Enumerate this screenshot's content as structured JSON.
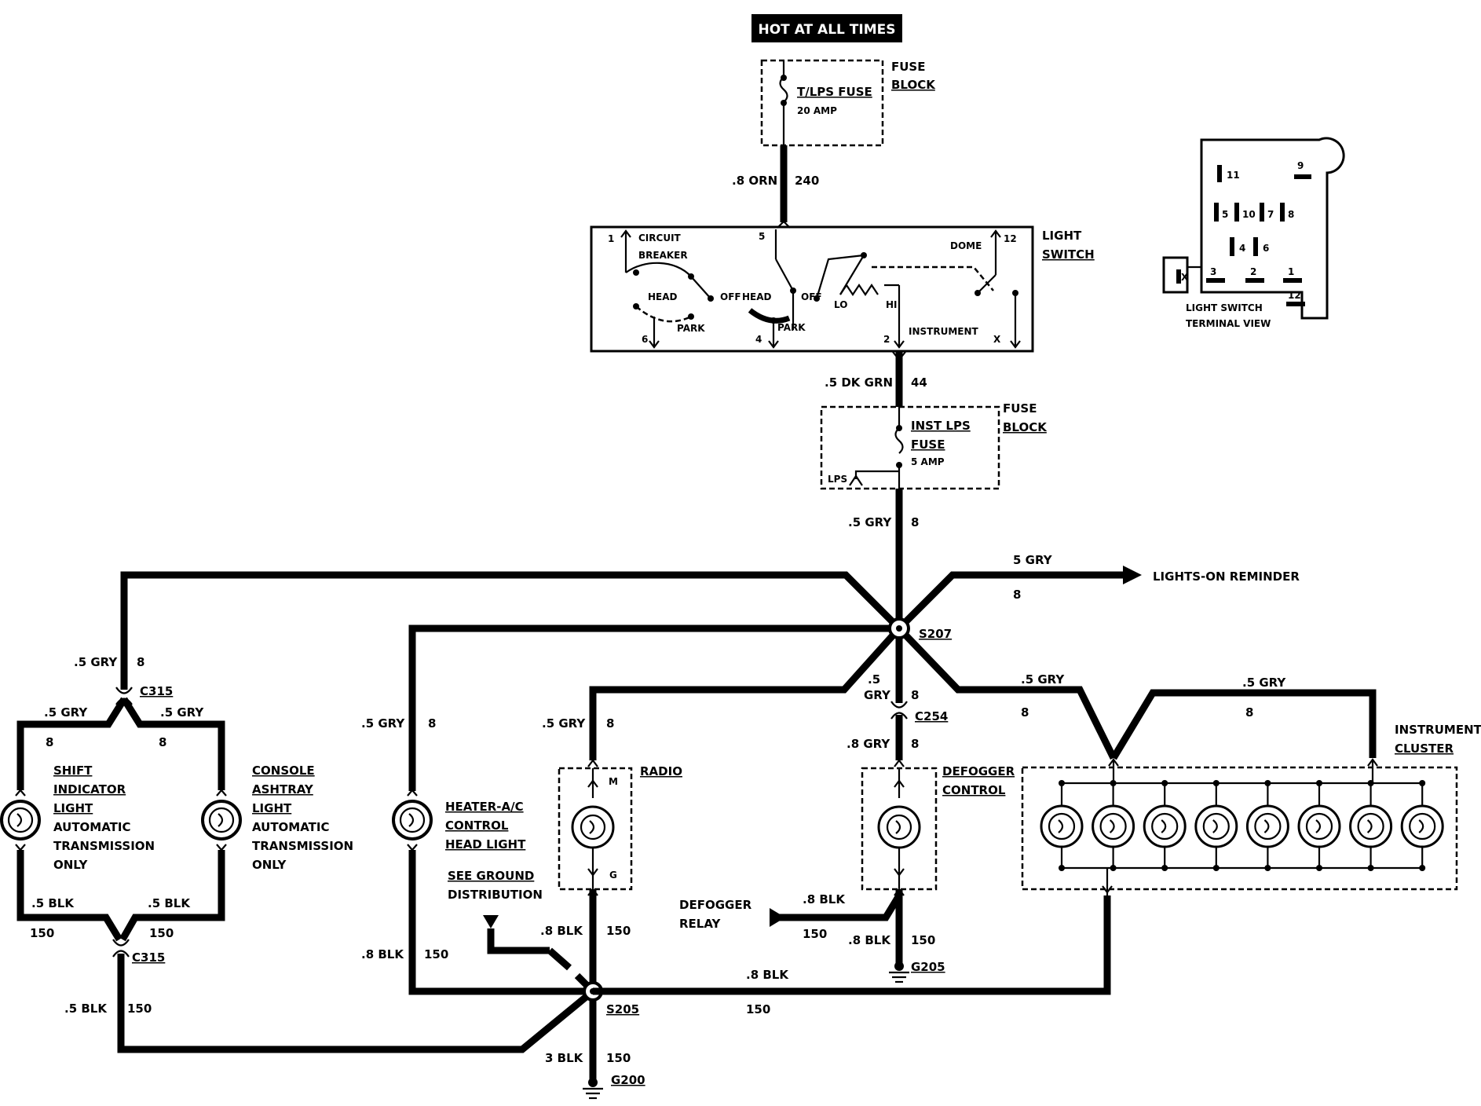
{
  "header": {
    "title": "HOT AT ALL TIMES"
  },
  "fuse_block_top": {
    "label_line1": "FUSE",
    "label_line2": "BLOCK",
    "fuse_name": "T/LPS FUSE",
    "fuse_rating": "20 AMP"
  },
  "wire_240": {
    "size_color": ".8 ORN",
    "circuit": "240"
  },
  "light_switch": {
    "label_line1": "LIGHT",
    "label_line2": "SWITCH",
    "breaker_line1": "CIRCUIT",
    "breaker_line2": "BREAKER",
    "head_left": "HEAD",
    "off_left": "OFF",
    "park_left": "PARK",
    "head_mid": "HEAD",
    "off_mid": "OFF",
    "park_mid": "PARK",
    "lo": "LO",
    "hi": "HI",
    "dome": "DOME",
    "instrument": "INSTRUMENT",
    "terminals": {
      "t1": "1",
      "t5": "5",
      "t12": "12",
      "t6": "6",
      "t4": "4",
      "t2": "2",
      "tx": "X"
    }
  },
  "terminal_view": {
    "label_line1": "LIGHT SWITCH",
    "label_line2": "TERMINAL VIEW",
    "pins": {
      "p11": "11",
      "p9": "9",
      "p5": "5",
      "p10": "10",
      "p7": "7",
      "p8": "8",
      "p4": "4",
      "p6": "6",
      "p3": "3",
      "p2": "2",
      "p1": "1",
      "p12": "12",
      "px": "X"
    }
  },
  "wire_44": {
    "size_color": ".5 DK GRN",
    "circuit": "44"
  },
  "fuse_block_inst": {
    "label_line1": "FUSE",
    "label_line2": "BLOCK",
    "fuse_line1": "INST LPS",
    "fuse_line2": "FUSE",
    "fuse_rating": "5 AMP",
    "lps": "LPS"
  },
  "wire_8_main": {
    "size_color": ".5 GRY",
    "circuit": "8"
  },
  "lights_on": {
    "size_color": "5 GRY",
    "circuit": "8",
    "label": "LIGHTS-ON REMINDER"
  },
  "splices": {
    "s207": "S207",
    "s205": "S205",
    "c315_top": "C315",
    "c315_bottom": "C315",
    "c254": "C254",
    "g200": "G200",
    "g205": "G205"
  },
  "left_branch": {
    "top_wire": ".5 GRY",
    "top_circuit": "8",
    "left_wire": ".5 GRY",
    "left_circuit": "8",
    "right_wire": ".5 GRY",
    "right_circuit": "8",
    "bottom_left_wire": ".5  BLK",
    "bottom_left_circuit": "150",
    "bottom_right_wire": ".5 BLK",
    "bottom_right_circuit": "150",
    "return_wire": ".5 BLK",
    "return_circuit": "150"
  },
  "shift_light": {
    "l1": "SHIFT",
    "l2": "INDICATOR",
    "l3": "LIGHT",
    "l4": "AUTOMATIC",
    "l5": "TRANSMISSION",
    "l6": "ONLY"
  },
  "console_light": {
    "l1": "CONSOLE",
    "l2": "ASHTRAY",
    "l3": "LIGHT",
    "l4": "AUTOMATIC",
    "l5": "TRANSMISSION",
    "l6": "ONLY"
  },
  "heater": {
    "l1": "HEATER-A/C",
    "l2": "CONTROL",
    "l3": "HEAD LIGHT",
    "wire_in": ".5 GRY",
    "circuit_in": "8",
    "wire_out": ".8 BLK",
    "circuit_out": "150"
  },
  "radio": {
    "label": "RADIO",
    "m": "M",
    "g": "G",
    "wire_in": ".5 GRY",
    "circuit_in": "8",
    "wire_out": ".8 BLK",
    "circuit_out": "150"
  },
  "ground_dist": {
    "l1": "SEE GROUND",
    "l2": "DISTRIBUTION"
  },
  "defogger": {
    "l1": "DEFOGGER",
    "l2": "CONTROL",
    "wire_a": ".5",
    "wire_a2": "GRY",
    "circuit_a": "8",
    "wire_in": ".8 GRY",
    "circuit_in": "8",
    "wire_out": ".8 BLK",
    "circuit_out": "150"
  },
  "defogger_relay": {
    "l1": "DEFOGGER",
    "l2": "RELAY",
    "wire": ".8 BLK",
    "circuit": "150"
  },
  "cluster": {
    "l1": "INSTRUMENT",
    "l2": "CLUSTER",
    "wire1": ".5 GRY",
    "circuit1": "8",
    "wire2": ".5 GRY",
    "circuit2": "8"
  },
  "ground_wires": {
    "s205_out": ".8 BLK",
    "s205_out_circuit": "150",
    "g200_wire": "3 BLK",
    "g200_circuit": "150"
  }
}
